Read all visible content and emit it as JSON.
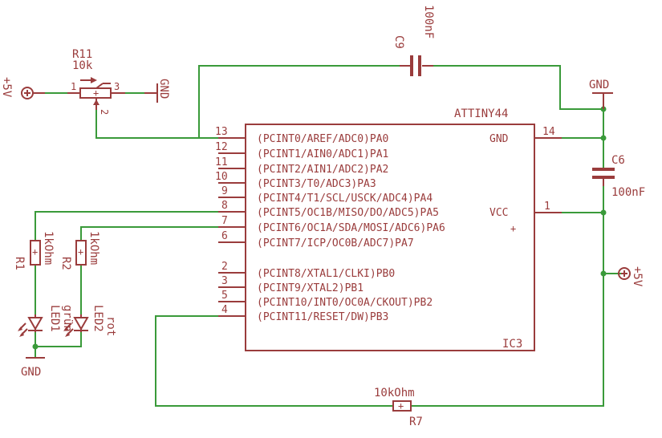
{
  "colors": {
    "wire": "#3a9a3a",
    "part": "#9a3c3c",
    "background": "#ffffff"
  },
  "ic": {
    "ref": "IC3",
    "type": "ATTINY44",
    "left_pins": [
      {
        "num": "13",
        "name": "(PCINT0/AREF/ADC0)PA0"
      },
      {
        "num": "12",
        "name": "(PCINT1/AIN0/ADC1)PA1"
      },
      {
        "num": "11",
        "name": "(PCINT2/AIN1/ADC2)PA2"
      },
      {
        "num": "10",
        "name": "(PCINT3/T0/ADC3)PA3"
      },
      {
        "num": "9",
        "name": "(PCINT4/T1/SCL/USCK/ADC4)PA4"
      },
      {
        "num": "8",
        "name": "(PCINT5/OC1B/MISO/DO/ADC5)PA5"
      },
      {
        "num": "7",
        "name": "(PCINT6/OC1A/SDA/MOSI/ADC6)PA6"
      },
      {
        "num": "6",
        "name": "(PCINT7/ICP/OC0B/ADC7)PA7"
      },
      {
        "num": "2",
        "name": "(PCINT8/XTAL1/CLKI)PB0"
      },
      {
        "num": "3",
        "name": "(PCINT9/XTAL2)PB1"
      },
      {
        "num": "5",
        "name": "(PCINT10/INT0/OC0A/CKOUT)PB2"
      },
      {
        "num": "4",
        "name": "(PCINT11/RESET/DW)PB3"
      }
    ],
    "right_pins": [
      {
        "num": "14",
        "name": "GND"
      },
      {
        "num": "1",
        "name": "VCC"
      }
    ]
  },
  "parts": {
    "r11": {
      "ref": "R11",
      "value": "10k",
      "pin1": "1",
      "pin2": "2",
      "pin3": "3"
    },
    "c9": {
      "ref": "C9",
      "value": "100nF"
    },
    "c6": {
      "ref": "C6",
      "value": "100nF"
    },
    "r1": {
      "ref": "R1",
      "value": "1kOhm"
    },
    "r2": {
      "ref": "R2",
      "value": "1kOhm"
    },
    "r7": {
      "ref": "R7",
      "value": "10kOhm"
    },
    "led1": {
      "ref": "LED1",
      "color": "grün"
    },
    "led2": {
      "ref": "LED2",
      "color": "rot"
    }
  },
  "power": {
    "vcc_left": "+5V",
    "vcc_right": "+5V",
    "gnd_top": "GND",
    "gnd_right": "GND",
    "gnd_bottom": "GND"
  }
}
